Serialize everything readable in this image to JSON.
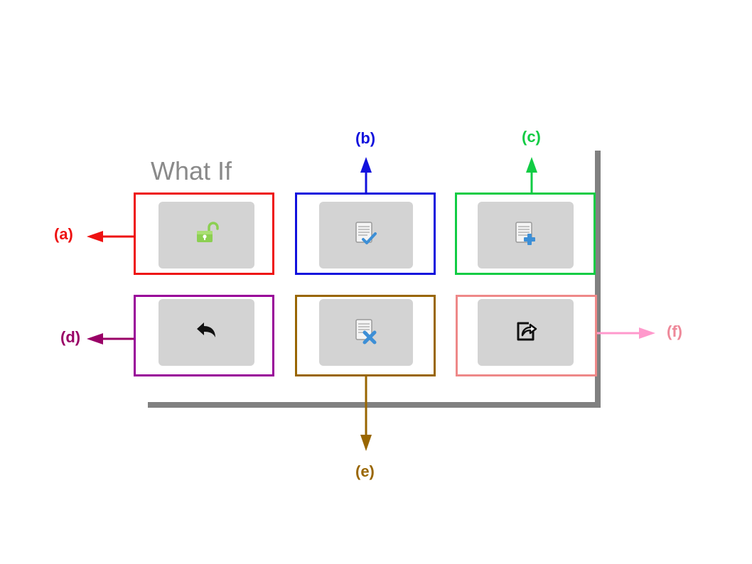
{
  "panel": {
    "title": "What If"
  },
  "buttons": [
    {
      "key": "a",
      "icon": "unlock-icon",
      "border_color": "#ee1111"
    },
    {
      "key": "b",
      "icon": "document-check-icon",
      "border_color": "#1111dd"
    },
    {
      "key": "c",
      "icon": "document-add-icon",
      "border_color": "#11cc44"
    },
    {
      "key": "d",
      "icon": "undo-arrow-icon",
      "border_color": "#990099"
    },
    {
      "key": "e",
      "icon": "document-delete-icon",
      "border_color": "#996600"
    },
    {
      "key": "f",
      "icon": "share-export-icon",
      "border_color": "#ee8888"
    }
  ],
  "callouts": {
    "a": {
      "label": "(a)",
      "color": "#ee1111"
    },
    "b": {
      "label": "(b)",
      "color": "#1111dd"
    },
    "c": {
      "label": "(c)",
      "color": "#11cc44"
    },
    "d": {
      "label": "(d)",
      "color": "#990066"
    },
    "e": {
      "label": "(e)",
      "color": "#996600"
    },
    "f": {
      "label": "(f)",
      "color": "#ee8899"
    }
  }
}
